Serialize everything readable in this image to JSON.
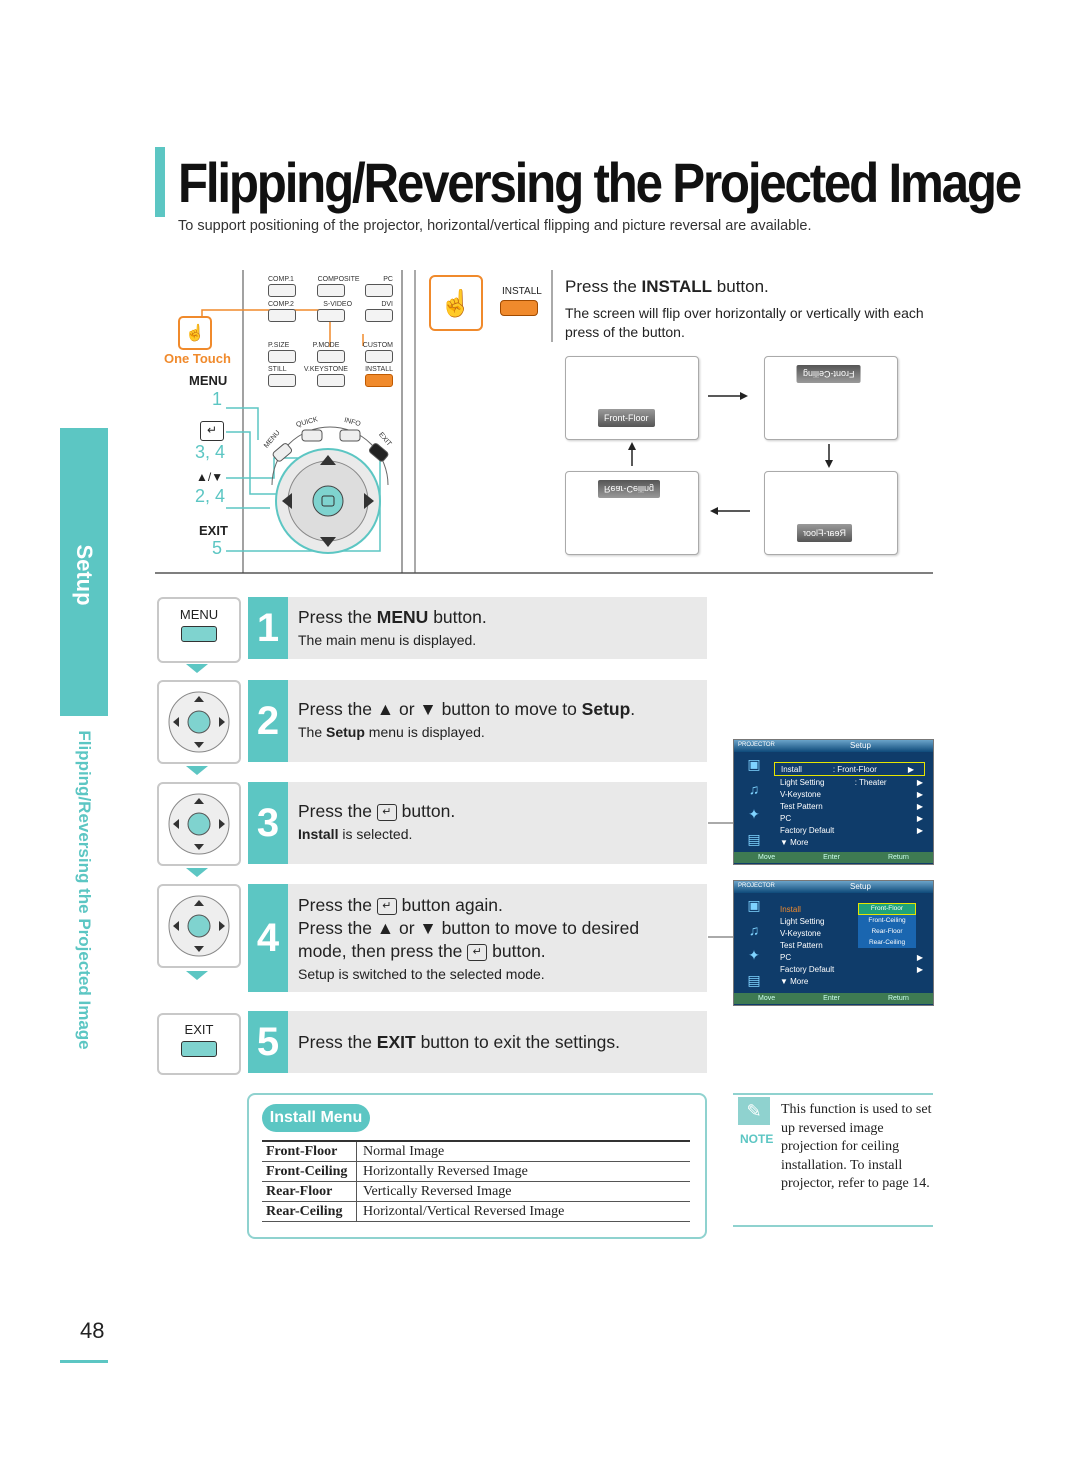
{
  "header": {
    "title": "Flipping/Reversing the Projected Image",
    "subtitle": "To support positioning of the projector, horizontal/vertical flipping and picture reversal are available."
  },
  "side_tab": {
    "section": "Setup",
    "subsection": "Flipping/Reversing the Projected Image"
  },
  "remote": {
    "one_touch": "One Touch",
    "menu": "MENU",
    "step_1": "1",
    "step_34": "3, 4",
    "arrows": "▲/▼",
    "step_24": "2, 4",
    "exit": "EXIT",
    "step_5": "5",
    "keys": {
      "comp1": "COMP.1",
      "composite": "COMPOSITE",
      "pc": "PC",
      "comp2": "COMP.2",
      "svideo": "S-VIDEO",
      "dvi": "DVI",
      "psize": "P.SIZE",
      "pmode": "P.MODE",
      "custom": "CUSTOM",
      "still": "STILL",
      "vkeystone": "V.KEYSTONE",
      "install": "INSTALL",
      "quick": "QUICK",
      "info": "INFO",
      "menu_small": "MENU",
      "exit_small": "EXIT"
    }
  },
  "install_section": {
    "button_label": "INSTALL",
    "title_pre": "Press the ",
    "title_bold": "INSTALL",
    "title_post": " button.",
    "description": "The screen will flip over horizontally or vertically with each press of the button.",
    "flips": {
      "front_floor": "Front-Floor",
      "front_ceiling": "Front-Ceiling",
      "rear_floor": "Rear-Floor",
      "rear_ceiling": "Rear-Ceiling"
    }
  },
  "steps": [
    {
      "num": "1",
      "icon_label": "MENU",
      "title_pre": "Press the ",
      "title_bold": "MENU",
      "title_post": " button.",
      "desc": "The main menu is displayed."
    },
    {
      "num": "2",
      "title_pre": "Press the ▲ or ▼ button to move to ",
      "title_bold": "Setup",
      "title_post": ".",
      "desc_bold": "Setup",
      "desc_post": " menu is displayed.",
      "desc_pre": "The "
    },
    {
      "num": "3",
      "title_pre": "Press the ",
      "title_post": " button.",
      "desc_bold": "Install",
      "desc_post": " is selected."
    },
    {
      "num": "4",
      "line1_pre": "Press the ",
      "line1_post": " button again.",
      "line2": "Press the ▲ or ▼ button to move to desired",
      "line3_pre": "mode, then press the ",
      "line3_post": " button.",
      "desc": "Setup is switched to the selected mode."
    },
    {
      "num": "5",
      "icon_label": "EXIT",
      "title_pre": "Press the ",
      "title_bold": "EXIT",
      "title_post": " button to exit the settings."
    }
  ],
  "osd1": {
    "brand": "PROJECTOR",
    "menu": "Setup",
    "items": [
      {
        "label": "Install",
        "value": ": Front-Floor",
        "arrow": "▶"
      },
      {
        "label": "Light Setting",
        "value": ": Theater",
        "arrow": "▶"
      },
      {
        "label": "V-Keystone",
        "value": "",
        "arrow": "▶"
      },
      {
        "label": "Test Pattern",
        "value": "",
        "arrow": "▶"
      },
      {
        "label": "PC",
        "value": "",
        "arrow": "▶"
      },
      {
        "label": "Factory Default",
        "value": "",
        "arrow": "▶"
      },
      {
        "label": "▼ More",
        "value": "",
        "arrow": ""
      }
    ],
    "footer": [
      "Move",
      "Enter",
      "Return"
    ]
  },
  "osd2": {
    "brand": "PROJECTOR",
    "menu": "Setup",
    "items": [
      {
        "label": "Install",
        "value": "",
        "arrow": ""
      },
      {
        "label": "Light Setting",
        "value": "",
        "arrow": ""
      },
      {
        "label": "V-Keystone",
        "value": "",
        "arrow": ""
      },
      {
        "label": "Test Pattern",
        "value": "",
        "arrow": ""
      },
      {
        "label": "PC",
        "value": "",
        "arrow": "▶"
      },
      {
        "label": "Factory Default",
        "value": "",
        "arrow": "▶"
      },
      {
        "label": "▼ More",
        "value": "",
        "arrow": ""
      }
    ],
    "options": [
      "Front-Floor",
      "Front-Ceiling",
      "Rear-Floor",
      "Rear-Ceiling"
    ],
    "footer": [
      "Move",
      "Enter",
      "Return"
    ]
  },
  "install_menu": {
    "title": "Install Menu",
    "rows": [
      {
        "mode": "Front-Floor",
        "desc": "Normal Image"
      },
      {
        "mode": "Front-Ceiling",
        "desc": "Horizontally Reversed Image"
      },
      {
        "mode": "Rear-Floor",
        "desc": "Vertically Reversed Image"
      },
      {
        "mode": "Rear-Ceiling",
        "desc": "Horizontal/Vertical Reversed Image"
      }
    ]
  },
  "note": {
    "label": "NOTE",
    "text": "This function is used to set up reversed image projection for ceiling installation. To install projector, refer to page 14."
  },
  "page_number": "48",
  "colors": {
    "accent": "#5cc6c3",
    "orange": "#f08a2c",
    "step_bg": "#e9e9e9"
  }
}
